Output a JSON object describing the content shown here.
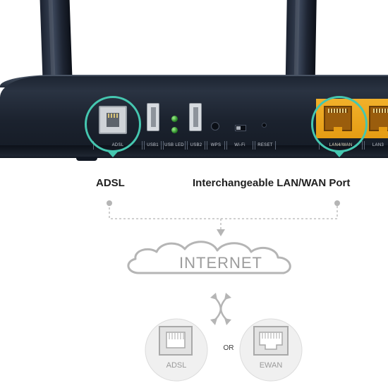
{
  "router": {
    "port_labels": {
      "adsl": "ADSL",
      "usb1": "USB1",
      "usb_led": "USB LED",
      "usb2": "USB2",
      "wps": "WPS",
      "wifi": "Wi-Fi",
      "reset": "RESET",
      "lan_wan": "LAN4/WAN",
      "lan3": "LAN3"
    }
  },
  "callouts": {
    "adsl_label": "ADSL",
    "lanwan_label": "Interchangeable LAN/WAN Port"
  },
  "diagram": {
    "cloud_label": "INTERNET",
    "or_label": "OR",
    "badge_adsl": "ADSL",
    "badge_ewan": "EWAN"
  },
  "colors": {
    "accent_teal": "#45c7b0",
    "lan_orange": "#e59c14",
    "router_body": "#1d2532",
    "diagram_grey": "#b5b5b5"
  }
}
